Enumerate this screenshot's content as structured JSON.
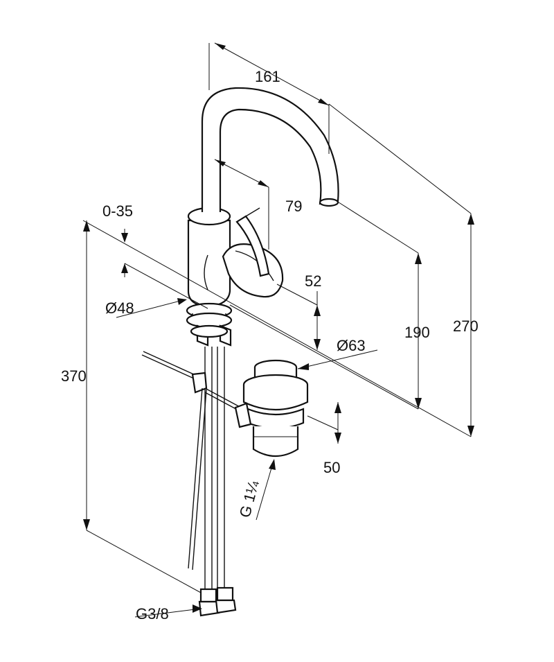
{
  "dimensions": {
    "spout_reach": "161",
    "spout_to_lever": "79",
    "mount_thickness": "0-35",
    "lever_height": "52",
    "body_diameter": "Ø48",
    "drain_diameter": "Ø63",
    "spout_height": "190",
    "total_height": "270",
    "hose_length": "370",
    "drain_body": "50",
    "drain_thread": "G 1¼",
    "hose_thread": "G3/8"
  }
}
